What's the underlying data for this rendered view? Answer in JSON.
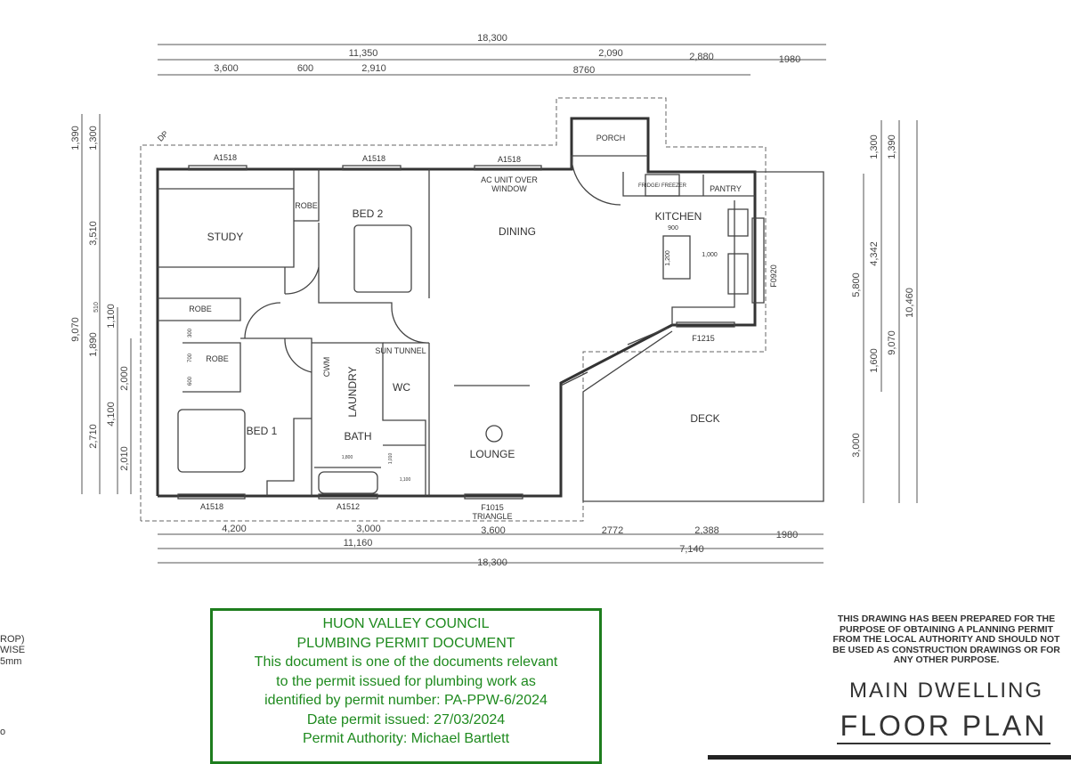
{
  "rooms": {
    "study": "STUDY",
    "robe_top": "ROBE",
    "bed2": "BED 2",
    "dining": "DINING",
    "porch": "PORCH",
    "kitchen": "KITCHEN",
    "fridge": "FRIDGE/ FREEZER",
    "pantry": "PANTRY",
    "robe_mid": "ROBE",
    "robe_bed1": "ROBE",
    "bed1": "BED 1",
    "laundry": "LAUNDRY",
    "bath": "BATH",
    "sun_tunnel": "SUN TUNNEL",
    "wc": "WC",
    "lounge": "LOUNGE",
    "deck": "DECK",
    "cwm": "CWM",
    "dp": "DP"
  },
  "windows": {
    "w1": "A1518",
    "w2": "A1518",
    "w3": "A1518",
    "ac": "AC UNIT OVER",
    "ac2": "WINDOW",
    "w4": "A1518",
    "w5": "A1512",
    "w6": "F1015",
    "w6b": "TRIANGLE",
    "w7": "F1215",
    "w8": "F0920"
  },
  "small_dims": {
    "island_w": "900",
    "island_h": "1,200",
    "island_gap": "1,000",
    "robe_a": "300",
    "robe_b": "700",
    "robe_c": "600",
    "bath_w": "1,800",
    "bath_h": "1,010",
    "shower": "1,100"
  },
  "dims_top": {
    "total": "18,300",
    "a": "11,350",
    "b": "2,090",
    "c": "2,880",
    "d": "1980",
    "e": "3,600",
    "f": "600",
    "g": "2,910",
    "h": "8760"
  },
  "dims_bottom": {
    "a": "4,200",
    "b": "3,000",
    "c": "3,600",
    "d": "2772",
    "e": "2,388",
    "f": "1980",
    "g": "11,160",
    "h": "7,140",
    "total": "18,300"
  },
  "dims_left": {
    "a": "1,390",
    "b": "9,070",
    "c": "1,300",
    "d": "3,510",
    "e": "510",
    "f": "1,890",
    "g": "2,710",
    "h": "1,100",
    "i": "4,100",
    "j": "2,000",
    "k": "2,010"
  },
  "dims_right": {
    "a": "5,800",
    "b": "3,000",
    "c": "1,300",
    "d": "4,342",
    "e": "1,600",
    "f": "1,390",
    "g": "9,070",
    "h": "10,460"
  },
  "permit": {
    "line1": "HUON VALLEY COUNCIL",
    "line2": "PLUMBING PERMIT DOCUMENT",
    "line3": "This document is one of the documents relevant",
    "line4": "to the permit issued for plumbing work as",
    "line5": "identified by permit number: PA-PPW-6/2024",
    "line6": "Date permit issued: 27/03/2024",
    "line7": "Permit Authority: Michael Bartlett",
    "color": "#1e8a1e"
  },
  "note": "THIS DRAWING HAS BEEN PREPARED FOR THE PURPOSE OF OBTAINING A PLANNING PERMIT FROM THE LOCAL AUTHORITY AND SHOULD NOT BE USED AS CONSTRUCTION DRAWINGS OR FOR ANY OTHER PURPOSE.",
  "title": {
    "line1": "MAIN DWELLING",
    "line2": "FLOOR PLAN"
  },
  "edge_text": {
    "l1": "ROP)",
    "l2": "WISE",
    "l3": "5mm",
    "l4": "o"
  }
}
